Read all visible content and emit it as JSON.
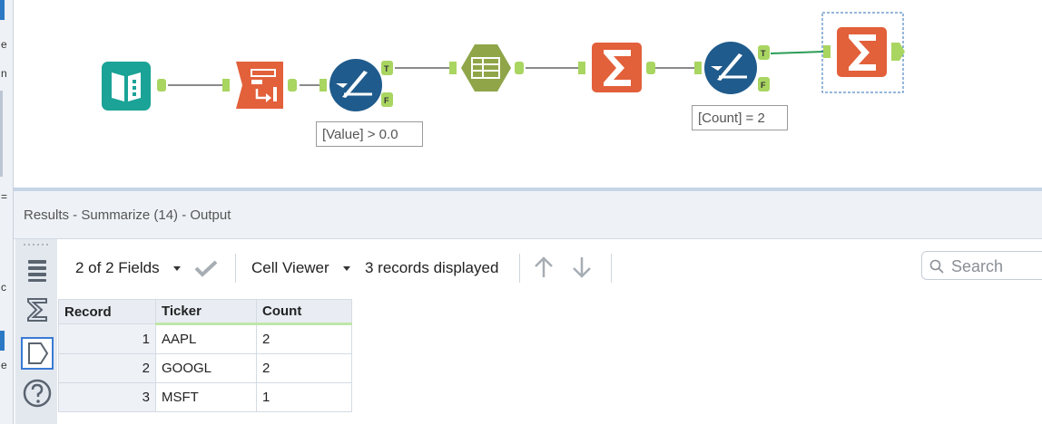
{
  "canvas": {
    "filter1_expression": "[Value] > 0.0",
    "filter2_expression": "[Count] = 2",
    "anchor_true": "T",
    "anchor_false": "F",
    "tools": [
      "input-data-icon",
      "select-records-icon",
      "filter-icon",
      "formula-icon",
      "summarize-icon",
      "filter-icon",
      "summarize-icon"
    ],
    "colors": {
      "teal": "#1aa396",
      "orange": "#e2603a",
      "navy": "#1f5b8c",
      "olive": "#8fa548",
      "anchor": "#a9d561"
    }
  },
  "results": {
    "title": "Results - Summarize (14) - Output",
    "toolbar": {
      "fields": "2 of 2 Fields",
      "viewer": "Cell Viewer",
      "records": "3 records displayed",
      "search_placeholder": "Search"
    },
    "table": {
      "columns": [
        "Record",
        "Ticker",
        "Count"
      ],
      "rows": [
        {
          "record": "1",
          "ticker": "AAPL",
          "count": "2"
        },
        {
          "record": "2",
          "ticker": "GOOGL",
          "count": "2"
        },
        {
          "record": "3",
          "ticker": "MSFT",
          "count": "1"
        }
      ]
    }
  }
}
